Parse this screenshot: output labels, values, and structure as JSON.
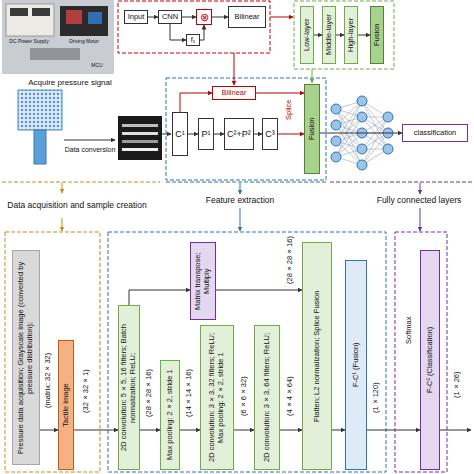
{
  "diagram": {
    "nodes": [
      {
        "text": [
          "Input"
        ]
      },
      {
        "text": [
          "CNN"
        ]
      },
      {
        "text": [
          "⊗"
        ]
      },
      {
        "text": [
          "f₁"
        ]
      },
      {
        "text": [
          "Bilinear"
        ]
      },
      {
        "text": [
          "Low-layer"
        ]
      },
      {
        "text": [
          "Middle-layer"
        ]
      },
      {
        "text": [
          "High-layer"
        ]
      },
      {
        "text": [
          "Fusion"
        ]
      },
      {
        "text": [
          "C¹"
        ]
      },
      {
        "text": [
          "P¹"
        ]
      },
      {
        "text": [
          "C²+P²"
        ]
      },
      {
        "text": [
          "C³"
        ]
      },
      {
        "text": [
          "Bilinear"
        ]
      },
      {
        "text": [
          "Fusion"
        ]
      },
      {
        "text": [
          "classification"
        ]
      },
      {
        "text": [
          "Pressure data acquisition; Grayscale image (converted by pressure distribution);"
        ]
      },
      {
        "text": [
          "Tactile image"
        ]
      },
      {
        "text": [
          "2D convolution: 5×5, 16 filters; Batch normalization; ReLU;"
        ]
      },
      {
        "text": [
          "Max pooling: 2×2, stride 1"
        ]
      },
      {
        "text": [
          "Matrix transpose; Multiply"
        ]
      },
      {
        "text": [
          "2D convolution: 3×3, 32 filters; ReLU; Max pooling: 2×2, stride 1"
        ]
      },
      {
        "text": [
          "2D convolution: 3×3, 64 filters; ReLU;"
        ]
      },
      {
        "text": [
          "Flatten; L2 normalization; Splice Fusion"
        ]
      },
      {
        "text": [
          "F-C¹ (Fusion)"
        ]
      },
      {
        "text": [
          "F-C² (Classification)"
        ]
      }
    ],
    "edges": [
      {
        "from": 0,
        "to": 1,
        "arrow": "to"
      },
      {
        "from": 1,
        "to": 2,
        "arrow": "to"
      },
      {
        "from": 2,
        "to": 4,
        "arrow": "to"
      },
      {
        "from": 1,
        "to": 3,
        "arrow": "to"
      },
      {
        "from": 3,
        "to": 2,
        "arrow": "to"
      },
      {
        "from": 5,
        "to": 6,
        "arrow": "to"
      },
      {
        "from": 6,
        "to": 7,
        "arrow": "to"
      },
      {
        "from": 7,
        "to": 8,
        "arrow": "to"
      },
      {
        "from": 9,
        "to": 10,
        "arrow": "to"
      },
      {
        "from": 10,
        "to": 11,
        "arrow": "to"
      },
      {
        "from": 11,
        "to": 12,
        "arrow": "to"
      },
      {
        "from": 12,
        "to": 14,
        "label": "Splice",
        "arrow": "to"
      },
      {
        "from": 9,
        "to": 13,
        "arrow": "to"
      },
      {
        "from": 13,
        "to": 14,
        "arrow": "to"
      },
      {
        "from": 14,
        "to": 15,
        "arrow": "to"
      },
      {
        "from": 16,
        "to": 17,
        "label": "(matrix: 32×32)",
        "arrow": "to"
      },
      {
        "from": 17,
        "to": 18,
        "label": "(32×32×1)",
        "arrow": "to"
      },
      {
        "from": 18,
        "to": 19,
        "label": "(28×28×16)",
        "arrow": "to"
      },
      {
        "from": 19,
        "to": 21,
        "label": "(14×14×16)",
        "arrow": "to"
      },
      {
        "from": 21,
        "to": 22,
        "label": "(6×6×32)",
        "arrow": "to"
      },
      {
        "from": 22,
        "to": 23,
        "label": "(4×4×64)",
        "arrow": "to"
      },
      {
        "from": 18,
        "to": 20,
        "arrow": "to"
      },
      {
        "from": 20,
        "to": 23,
        "label": "(28×28×16)",
        "arrow": "to"
      },
      {
        "from": 23,
        "to": 24,
        "arrow": "to"
      },
      {
        "from": 24,
        "to": 25,
        "label": "(1×120)",
        "arrow": "to"
      }
    ],
    "labels": [
      "DC Power Supply",
      "Driving Motor",
      "MCU",
      "Acquire pressure signal",
      "Data conversion",
      "Data acquisition and sample creation",
      "Feature extraction",
      "Fully connected layers",
      "Softmax",
      "(1×26)"
    ]
  }
}
